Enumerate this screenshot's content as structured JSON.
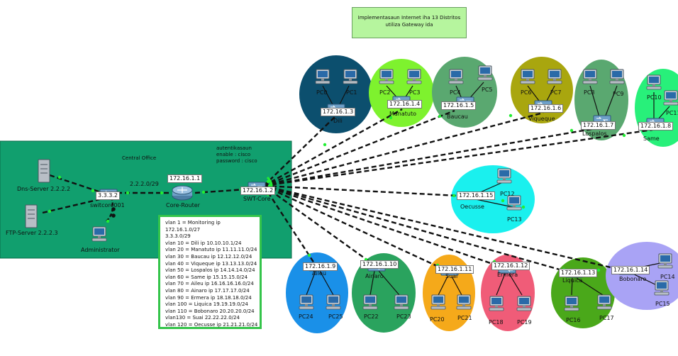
{
  "title": {
    "line1": "Implementasaun Internet iha 13 Distritos",
    "line2": "utiliza Gateway ida"
  },
  "central": {
    "label": "Central Office",
    "auth_lines": [
      "autentikasaun",
      "enable : cisco",
      "password : cisco"
    ],
    "dns_label": "Dns-Server 2.2.2.2",
    "ftp_label": "FTP-Server 2.2.2.3",
    "switch_ip": "3.3.3.2",
    "switch_label": "switcore001",
    "admin_label": "Administrator",
    "link_label": "2.2.2.0/29",
    "router_ip": "172.16.1.1",
    "router_label": "Core-Router",
    "core_ip": "172.16.1.2",
    "core_label": "SWT-Core"
  },
  "vlan_lines": [
    "vlan 1   = Monitoring ip",
    "172.16.1.0/27",
    "3.3.3.0/29",
    "vlan 10 = Dili ip 10.10.10.1/24",
    "vlan 20 = Manatuto ip  11.11.11.0/24",
    "vlan 30 = Baucau ip 12.12.12.0/24",
    "vlan 40 = Viqueque ip 13.13.13.0/24",
    "vlan 50 = Lospalos ip 14.14.14.0/24",
    "vlan 60 = Same ip 15.15.15.0/24",
    "vlan 70 = Aileu ip 16.16.16.16.0/24",
    "vlan 80 = Ainaro ip 17.17.17.0/24",
    "vlan 90 = Ermera ip 18.18.18.0/24",
    "vlan 100 = Liquica 19.19.19.0/24",
    "vlan 110 = Bobonaro 20.20.20.0/24",
    "vlan130 = Suai 22.22.22.0/24",
    "vlan 120 = Oecusse ip 21.21.21.0/24"
  ],
  "districts": [
    {
      "name": "Dili",
      "ip": "172.16.1.3",
      "pcs": [
        "PC0",
        "PC1"
      ],
      "color": "#0c4f6e"
    },
    {
      "name": "Manatuto",
      "ip": "172.16.1.4",
      "pcs": [
        "PC2",
        "PC3"
      ],
      "color": "#7ef22e"
    },
    {
      "name": "Baucau",
      "ip": "172.16.1.5",
      "pcs": [
        "PC4",
        "PC5"
      ],
      "color": "#5aa870"
    },
    {
      "name": "Viqueque",
      "ip": "172.16.1.6",
      "pcs": [
        "PC6",
        "PC7"
      ],
      "color": "#a9a60e"
    },
    {
      "name": "Lospalos",
      "ip": "172.16.1.7",
      "pcs": [
        "PC8",
        "PC9"
      ],
      "color": "#5aa870"
    },
    {
      "name": "Same",
      "ip": "172.16.1.8",
      "pcs": [
        "PC10",
        "PC11"
      ],
      "color": "#28f07a"
    },
    {
      "name": "Oecusse",
      "ip": "172.16.1.15",
      "pcs": [
        "PC12",
        "PC13"
      ],
      "color": "#1af0ee"
    },
    {
      "name": "Aileu",
      "ip": "172.16.1.9",
      "pcs": [
        "PC24",
        "PC25"
      ],
      "color": "#1a90e8"
    },
    {
      "name": "Ainaro",
      "ip": "172.16.1.10",
      "pcs": [
        "PC22",
        "PC23"
      ],
      "color": "#2aa35e"
    },
    {
      "name": "Suai",
      "ip": "172.16.1.11",
      "pcs": [
        "PC20",
        "PC21"
      ],
      "color": "#f5a91a"
    },
    {
      "name": "Ermera",
      "ip": "172.16.1.12",
      "pcs": [
        "PC18",
        "PC19"
      ],
      "color": "#f05c78"
    },
    {
      "name": "Liquica",
      "ip": "172.16.1.13",
      "pcs": [
        "PC16",
        "PC17"
      ],
      "color": "#4aa81a"
    },
    {
      "name": "Bobonaro",
      "ip": "172.16.1.14",
      "pcs": [
        "PC14",
        "PC15"
      ],
      "color": "#a9a3f5"
    }
  ],
  "colors": {
    "central_bg": "#119f6e",
    "link": "#111111",
    "link_dot": "#22ee33",
    "title_bg": "#b6f59e",
    "vlan_border": "#34c44a"
  },
  "icons": [
    "router-icon",
    "switch-icon",
    "server-icon",
    "pc-icon"
  ]
}
